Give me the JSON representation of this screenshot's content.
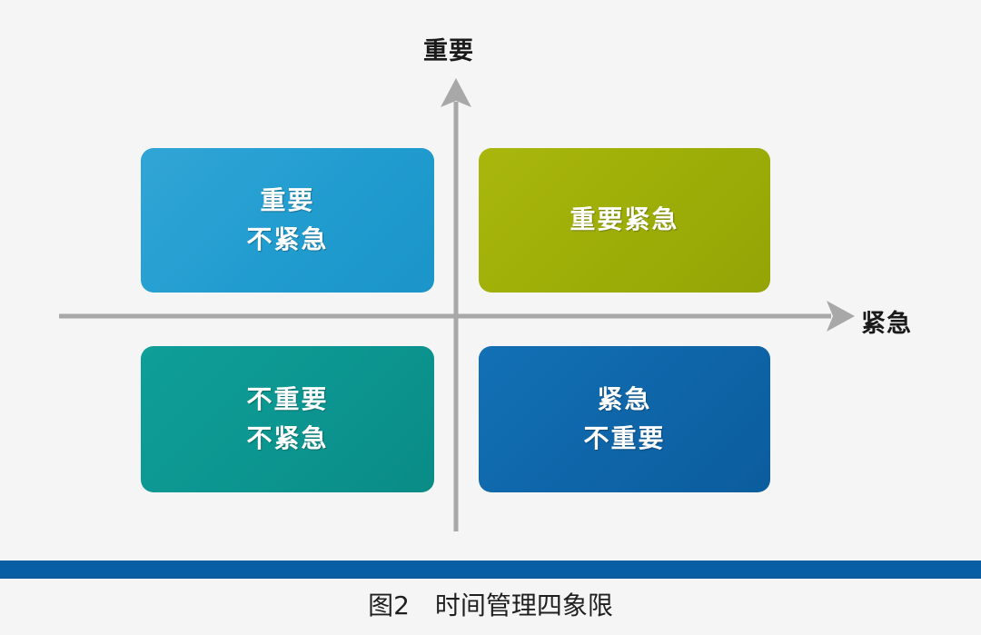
{
  "figure": {
    "background_color": "#f5f5f5",
    "caption": "图2　时间管理四象限",
    "caption_number": "图2",
    "caption_title": "时间管理四象限"
  },
  "axes": {
    "y_axis_label": "重要",
    "x_axis_label": "紧急",
    "axis_color": "#a8a8a8",
    "arrow_direction_y": "up",
    "arrow_direction_x": "right"
  },
  "quadrants": [
    {
      "id": "important-not-urgent",
      "position": "top-left",
      "lines": [
        "重要",
        "不紧急"
      ],
      "line1": "重要",
      "line2": "不紧急",
      "color": "#219ccf",
      "shadow_color": "#14719b",
      "text_color": "#ffffff"
    },
    {
      "id": "important-urgent",
      "position": "top-right",
      "lines": [
        "重要紧急"
      ],
      "line1": "重要紧急",
      "line2": "",
      "color": "#9dad07",
      "shadow_color": "#6f7b04",
      "text_color": "#ffffff"
    },
    {
      "id": "not-important-not-urgent",
      "position": "bottom-left",
      "lines": [
        "不重要",
        "不紧急"
      ],
      "line1": "不重要",
      "line2": "不紧急",
      "color": "#0c9590",
      "shadow_color": "#076a66",
      "text_color": "#ffffff"
    },
    {
      "id": "urgent-not-important",
      "position": "bottom-right",
      "lines": [
        "紧急",
        "不重要"
      ],
      "line1": "紧急",
      "line2": "不重要",
      "color": "#0e65a8",
      "shadow_color": "#08466f",
      "text_color": "#ffffff"
    }
  ],
  "footer_rule": {
    "color": "#0a5ea2"
  }
}
